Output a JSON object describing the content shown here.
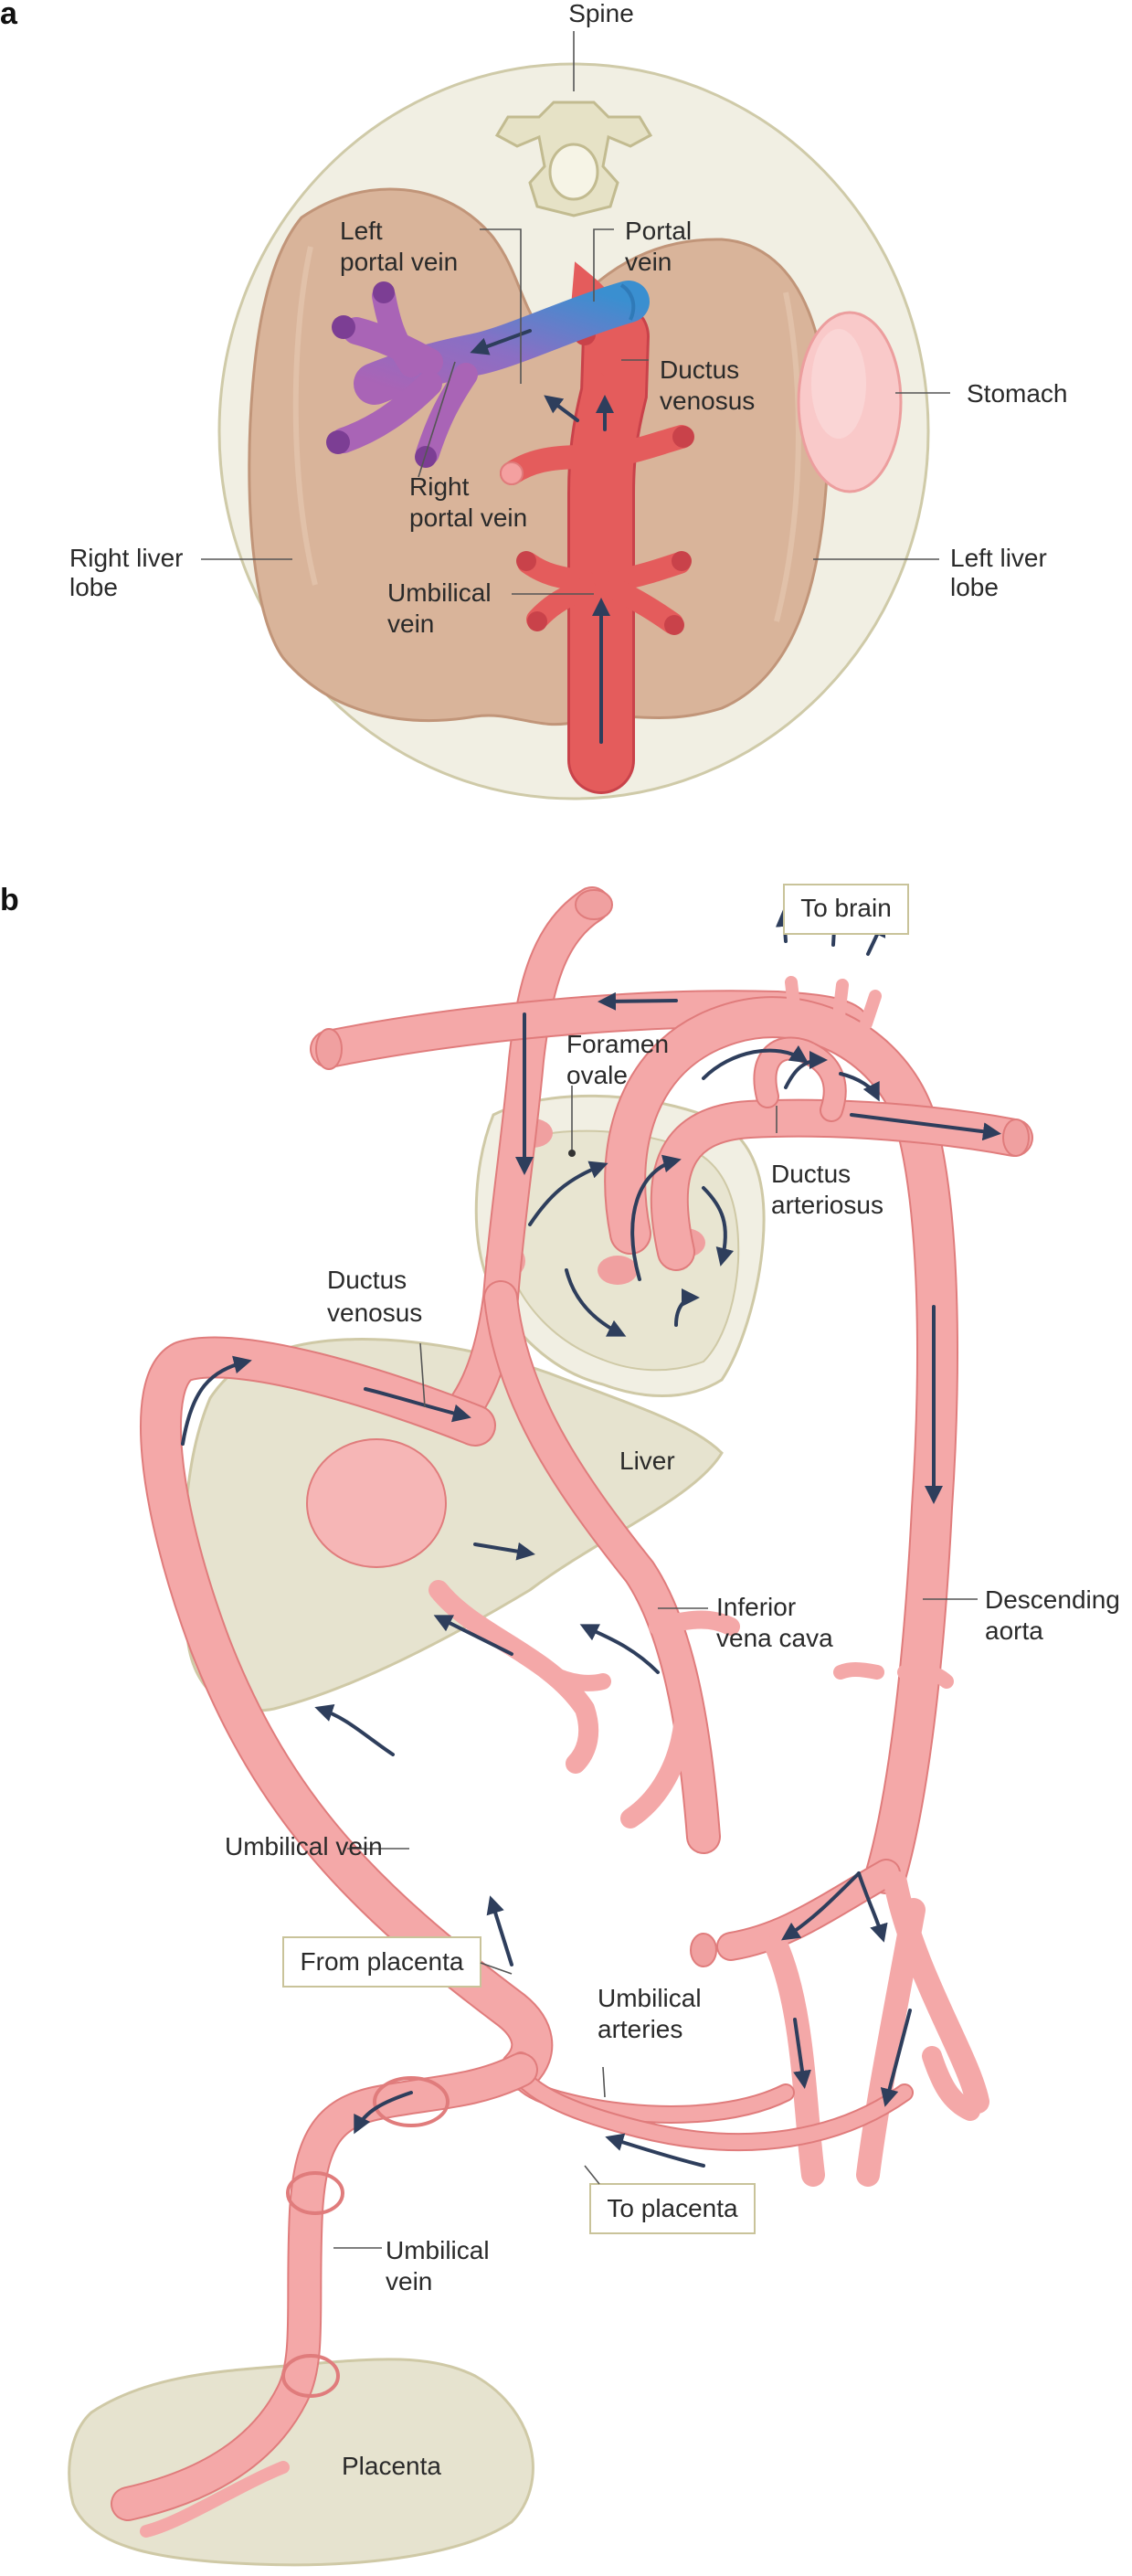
{
  "panel_a": {
    "letter": "a",
    "labels": {
      "spine": "Spine",
      "left_portal_vein": [
        "Left",
        "portal vein"
      ],
      "portal_vein": [
        "Portal",
        "vein"
      ],
      "ductus_venosus": [
        "Ductus",
        "venosus"
      ],
      "stomach": "Stomach",
      "right_portal_vein": [
        "Right",
        "portal vein"
      ],
      "right_liver_lobe": [
        "Right liver",
        "lobe"
      ],
      "left_liver_lobe": [
        "Left liver",
        "lobe"
      ],
      "umbilical_vein": [
        "Umbilical",
        "vein"
      ]
    }
  },
  "panel_b": {
    "letter": "b",
    "labels": {
      "to_brain": "To brain",
      "foramen_ovale": [
        "Foramen",
        "ovale"
      ],
      "ductus_arteriosus": [
        "Ductus",
        "arteriosus"
      ],
      "ductus_venosus": [
        "Ductus",
        "venosus"
      ],
      "liver": "Liver",
      "inferior_vena_cava": [
        "Inferior",
        "vena cava"
      ],
      "descending_aorta": [
        "Descending",
        "aorta"
      ],
      "umbilical_vein_upper": "Umbilical vein",
      "from_placenta": "From placenta",
      "umbilical_arteries": [
        "Umbilical",
        "arteries"
      ],
      "to_placenta": "To placenta",
      "umbilical_vein_lower": [
        "Umbilical",
        "vein"
      ],
      "placenta": "Placenta"
    }
  },
  "colors": {
    "vessel_fill": "#f4a8a8",
    "vessel_edge": "#e07c7c",
    "organ_fill": "#e6e3cf",
    "liver_a_fill": "#d9b49a",
    "arrow": "#2e3e5c",
    "portal_blue": "#3a8fd0",
    "portal_purple": "#a064b4",
    "umbilical_red": "#e05a5a"
  }
}
